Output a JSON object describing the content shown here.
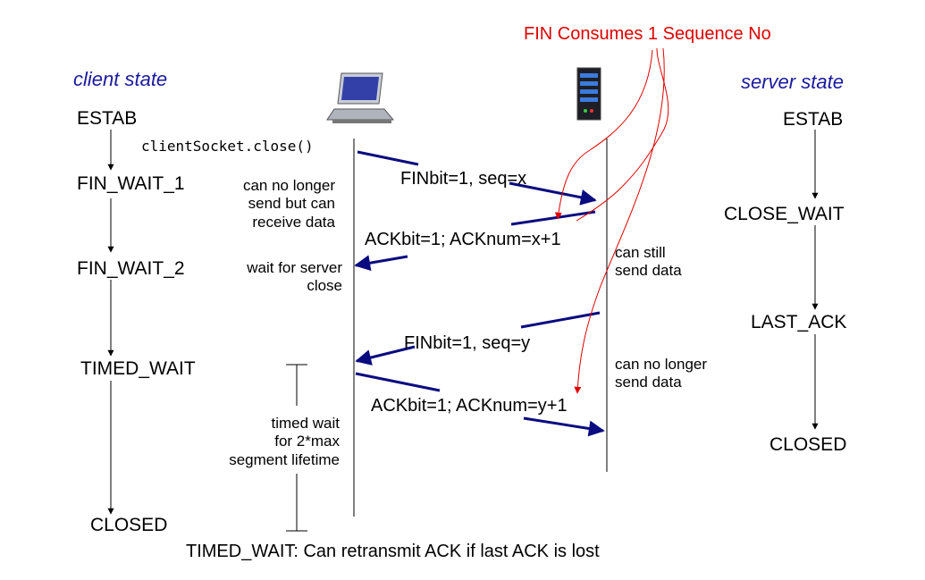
{
  "annotation": {
    "fin_consumes": "FIN Consumes 1 Sequence No"
  },
  "headers": {
    "client": "client state",
    "server": "server state"
  },
  "client_states": {
    "estab": "ESTAB",
    "fin_wait_1": "FIN_WAIT_1",
    "fin_wait_2": "FIN_WAIT_2",
    "timed_wait": "TIMED_WAIT",
    "closed": "CLOSED"
  },
  "server_states": {
    "estab": "ESTAB",
    "close_wait": "CLOSE_WAIT",
    "last_ack": "LAST_ACK",
    "closed": "CLOSED"
  },
  "call": "clientSocket.close()",
  "messages": {
    "fin1": "FINbit=1, seq=x",
    "ack1": "ACKbit=1; ACKnum=x+1",
    "fin2": "FINbit=1, seq=y",
    "ack2": "ACKbit=1; ACKnum=y+1"
  },
  "notes": {
    "client_no_send": [
      "can no longer",
      "send but can",
      "receive data"
    ],
    "wait_server": [
      "wait for server",
      "close"
    ],
    "server_still": [
      "can still",
      "send data"
    ],
    "server_no_send": [
      "can no longer",
      "send data"
    ],
    "timed_wait": [
      "timed wait",
      "for 2*max",
      "segment lifetime"
    ]
  },
  "footer": "TIMED_WAIT: Can retransmit ACK if last ACK is lost",
  "icons": {
    "client": "desktop-computer-icon",
    "server": "server-tower-icon"
  },
  "colors": {
    "message_arrow": "#0b0b80",
    "annotation": "#e00000",
    "header": "#1a1aa0"
  }
}
